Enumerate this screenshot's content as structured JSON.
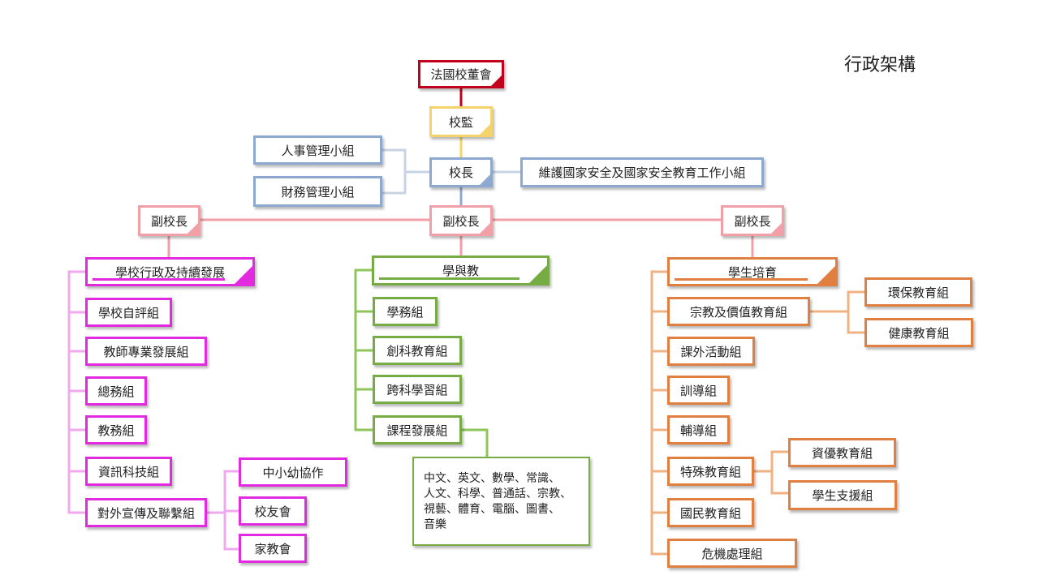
{
  "title": "行政架構",
  "colors": {
    "board": "#c0001c",
    "supervisor": "#f3d36a",
    "principal": "#8ea9cf",
    "vice": "#f0a0a6",
    "admin": "#e22adf",
    "admin_line": "#f1a8ef",
    "teaching": "#77ab43",
    "teaching_line": "#8fc65a",
    "student": "#e07f3f",
    "student_line": "#f0b282"
  },
  "nodes": {
    "board": "法國校董會",
    "supervisor": "校監",
    "principal": "校長",
    "hr": "人事管理小組",
    "finance": "財務管理小組",
    "security": "維護國家安全及國家安全教育工作小組",
    "vp_left": "副校長",
    "vp_center": "副校長",
    "vp_right": "副校長",
    "admin_head": "學校行政及持續發展",
    "self_eval": "學校自評組",
    "teacher_dev": "教師專業發展組",
    "general_affairs": "總務組",
    "academic_affairs": "教務組",
    "it": "資訊科技組",
    "pr": "對外宣傳及聯繫組",
    "collab": "中小幼協作",
    "alumni": "校友會",
    "pta": "家教會",
    "teaching_head": "學與教",
    "academic": "學務組",
    "innovation": "創科教育組",
    "cross": "跨科學習組",
    "curriculum": "課程發展組",
    "subjects": "中文、英文、數學、常識、\n人文、科學、普通話、宗教、\n視藝、體育、電腦、圖書、\n音樂",
    "student_head": "學生培育",
    "religion": "宗教及價值教育組",
    "extra": "課外活動組",
    "discipline": "訓導組",
    "counseling": "輔導組",
    "special": "特殊教育組",
    "national": "國民教育組",
    "crisis": "危機處理組",
    "env": "環保教育組",
    "health": "健康教育組",
    "gifted": "資優教育組",
    "support": "學生支援組"
  }
}
